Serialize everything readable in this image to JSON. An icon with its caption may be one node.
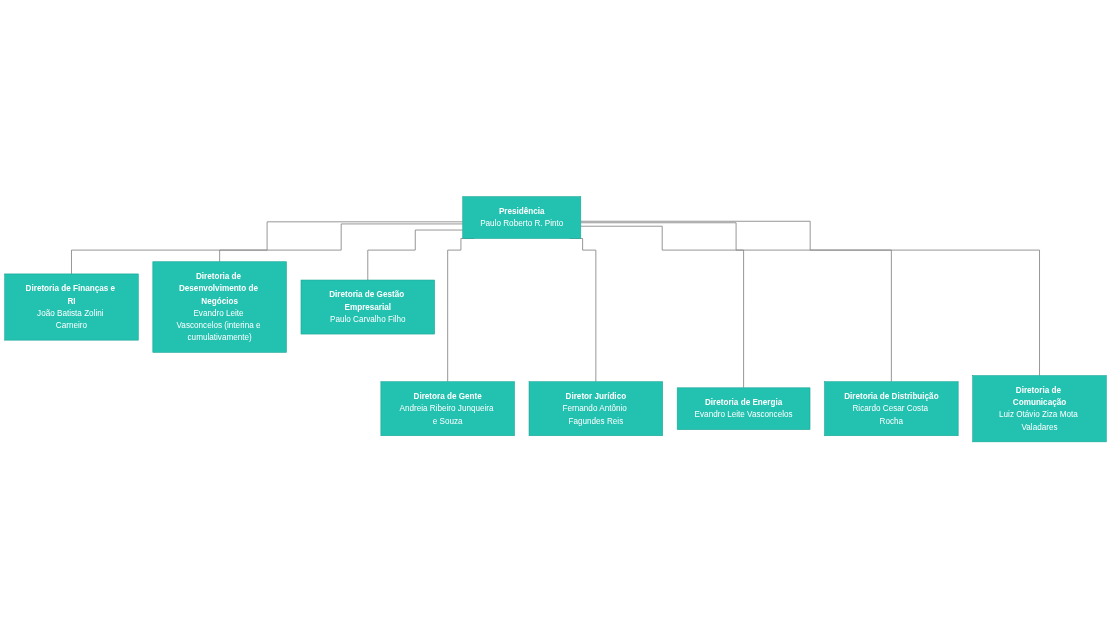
{
  "diagram": {
    "nodes": [
      {
        "text": [
          "Presidência",
          "Paulo Roberto R. Pinto"
        ]
      },
      {
        "text": [
          "Diretoria de Finanças e RI",
          "João Batista Zolini Carneiro"
        ]
      },
      {
        "text": [
          "Diretoria de Desenvolvimento de Negócios",
          "Evandro Leite Vasconcelos (interina e cumulativamente)"
        ]
      },
      {
        "text": [
          "Diretoria de Gestão Empresarial",
          "Paulo Carvalho Filho"
        ]
      },
      {
        "text": [
          "Diretora de Gente",
          "Andreia Ribeiro Junqueira e Souza"
        ]
      },
      {
        "text": [
          "Diretor Jurídico",
          "Fernando Antônio Fagundes Reis"
        ]
      },
      {
        "text": [
          "Diretoria de Energia",
          "Evandro Leite Vasconcelos"
        ]
      },
      {
        "text": [
          "Diretoria de Distribuição",
          "Ricardo Cesar Costa Rocha"
        ]
      },
      {
        "text": [
          "Diretoria de Comunicação",
          "Luiz Otávio Ziza Mota Valadares"
        ]
      }
    ],
    "edges": [
      {
        "from": 0,
        "to": 1,
        "arrow": "none"
      },
      {
        "from": 0,
        "to": 2,
        "arrow": "none"
      },
      {
        "from": 0,
        "to": 3,
        "arrow": "none"
      },
      {
        "from": 0,
        "to": 4,
        "arrow": "none"
      },
      {
        "from": 0,
        "to": 5,
        "arrow": "none"
      },
      {
        "from": 0,
        "to": 6,
        "arrow": "none"
      },
      {
        "from": 0,
        "to": 7,
        "arrow": "none"
      },
      {
        "from": 0,
        "to": 8,
        "arrow": "none"
      }
    ]
  }
}
